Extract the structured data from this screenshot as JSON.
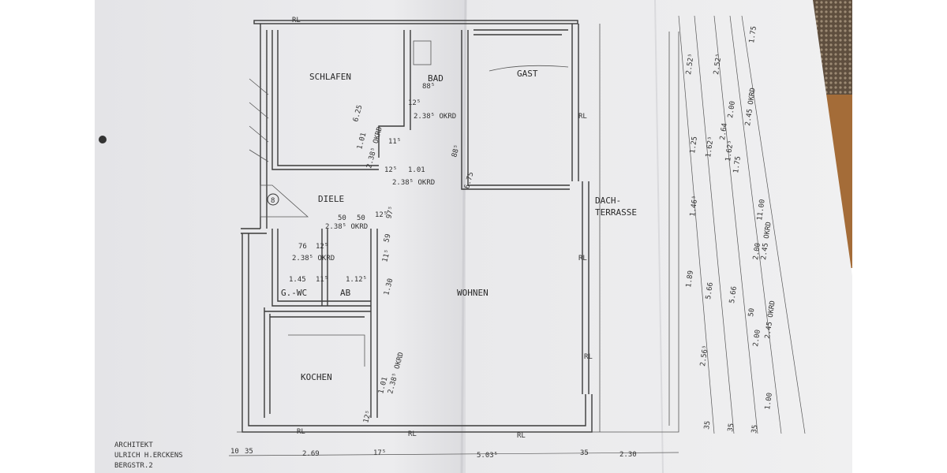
{
  "rooms": {
    "schlafen": "SCHLAFEN",
    "bad": "BAD",
    "gast": "GAST",
    "diele": "DIELE",
    "dachterrasse_1": "DACH-",
    "dachterrasse_2": "TERRASSE",
    "wohnen": "WOHNEN",
    "gwc": "G.-WC",
    "ab": "AB",
    "kochen": "KOCHEN",
    "stair_number": "8"
  },
  "architect": {
    "line1": "ARCHITEKT",
    "line2": "ULRICH H.ERCKENS",
    "line3": "BERGSTR.2"
  },
  "window_marks": [
    "RL",
    "RL",
    "RL",
    "RL",
    "RL",
    "RL",
    "RL"
  ],
  "dimensions_bottom": [
    "10",
    "35",
    "2.69",
    "17⁵",
    "5.03⁵",
    "35",
    "2.30"
  ],
  "dimensions_right": [
    "2.52⁵",
    "2.52⁵",
    "2.64",
    "1.75",
    "1.25",
    "1.62⁵",
    "1.62⁵",
    "1.75",
    "2.00",
    "2.45 OKRD",
    "1.46⁵",
    "11.00",
    "1.89",
    "5.66",
    "5.66",
    "2.00",
    "2.45 OKRD",
    "50",
    "2.56⁵",
    "2.00",
    "2.45 OKRD",
    "1.00",
    "35",
    "35",
    "35"
  ],
  "dimensions_interior": [
    "6.25",
    "1.01",
    "2.38⁵ OKRD",
    "11⁵",
    "12⁵",
    "88⁵",
    "2.38⁵ OKRD",
    "12⁵",
    "1.01",
    "2.38⁵ OKRD",
    "88⁵",
    "6.75",
    "50",
    "50",
    "12⁵",
    "2.38⁵ OKRD",
    "97⁵",
    "76",
    "12⁵",
    "2.38⁵ OKRD",
    "59",
    "11⁵",
    "1.45",
    "11⁵",
    "1.12⁵",
    "1.30",
    "1.01",
    "2.38⁵ OKRD",
    "12⁵"
  ],
  "colors": {
    "paper": "#e8e8ea",
    "ink": "#333333",
    "carpet": "#6b5a48",
    "wood": "#a8703a"
  }
}
